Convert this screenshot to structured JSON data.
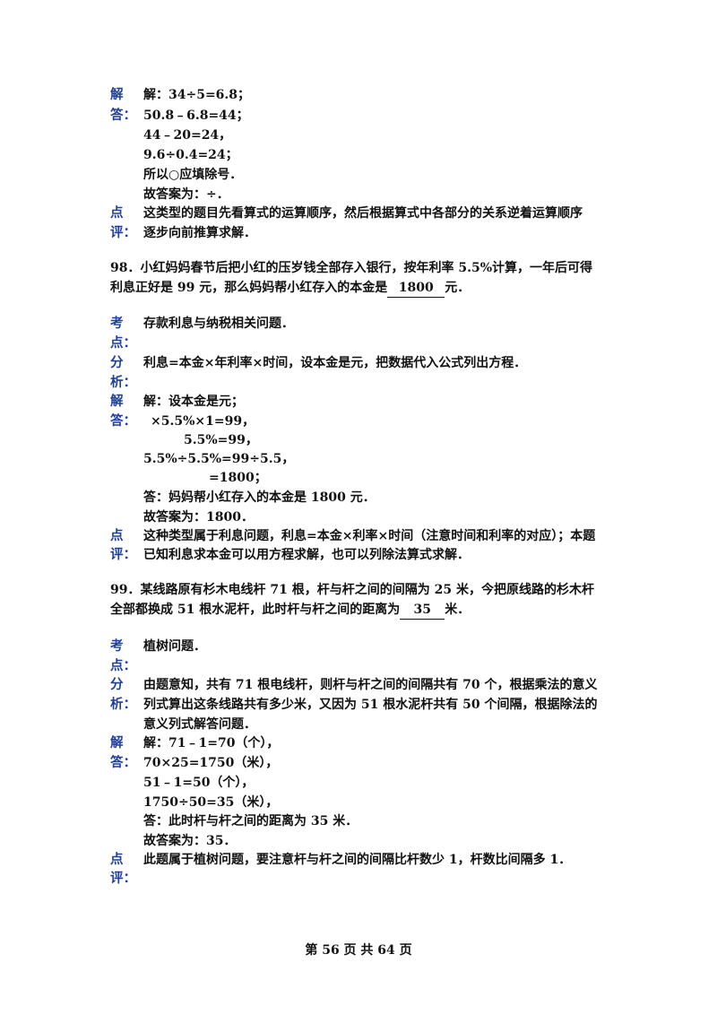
{
  "q97": {
    "label_jie": [
      "解",
      "答："
    ],
    "jie_lines": [
      "解：34÷5=6.8；",
      "50.8﹣6.8=44；",
      "44﹣20=24，",
      "9.6÷0.4=24；",
      "所以○应填除号．",
      "故答案为：÷．"
    ],
    "label_dian": [
      "点",
      "评："
    ],
    "dian_lines": [
      "这类型的题目先看算式的运算顺序，然后根据算式中各部分的关系逆着运算顺序",
      "逐步向前推算求解．"
    ]
  },
  "q98": {
    "line1": "98．小红妈妈春节后把小红的压岁钱全部存入银行，按年利率 5.5%计算，一年后可得",
    "line2_before": "利息正好是 99 元，那么妈妈帮小红存入的本金是",
    "answer": "1800",
    "line2_after": "元．",
    "label_kao": [
      "考",
      "点："
    ],
    "kao": "存款利息与纳税相关问题．",
    "label_fen": [
      "分",
      "析："
    ],
    "fen": "利息=本金×年利率×时间，设本金是元，把数据代入公式列出方程．",
    "label_jie": [
      "解",
      "答："
    ],
    "jie_lines": [
      "解：设本金是元；",
      "×5.5%×1=99，",
      "5.5%=99，",
      "5.5%÷5.5%=99÷5.5，",
      "=1800；",
      "答：妈妈帮小红存入的本金是 1800 元．",
      "故答案为：1800．"
    ],
    "label_dian": [
      "点",
      "评："
    ],
    "dian_lines": [
      "这种类型属于利息问题，利息=本金×利率×时间（注意时间和利率的对应）；本题",
      "已知利息求本金可以用方程求解，也可以列除法算式求解．"
    ]
  },
  "q99": {
    "line1": "99．某线路原有杉木电线杆 71 根，杆与杆之间的间隔为 25 米，今把原线路的杉木杆",
    "line2_before": "全部都换成 51 根水泥杆，此时杆与杆之间的距离为",
    "answer": "35",
    "line2_after": "米．",
    "label_kao": [
      "考",
      "点："
    ],
    "kao": "植树问题．",
    "label_fen": [
      "分",
      "析："
    ],
    "fen_lines": [
      "由题意知，共有 71 根电线杆，则杆与杆之间的间隔共有 70 个，根据乘法的意义",
      "列式算出这条线路共有多少米，又因为 51 根水泥杆共有 50 个间隔，根据除法的",
      "意义列式解答问题．"
    ],
    "label_jie": [
      "解",
      "答："
    ],
    "jie_lines": [
      "解：71﹣1=70（个），",
      "70×25=1750（米），",
      "51﹣1=50（个），",
      "1750÷50=35（米），",
      "答：此时杆与杆之间的距离为 35 米．",
      "故答案为：35．"
    ],
    "label_dian": [
      "点",
      "评："
    ],
    "dian": "此题属于植树问题，要注意杆与杆之间的间隔比杆数少 1，杆数比间隔多 1．"
  },
  "footer": "第 56 页 共 64 页"
}
